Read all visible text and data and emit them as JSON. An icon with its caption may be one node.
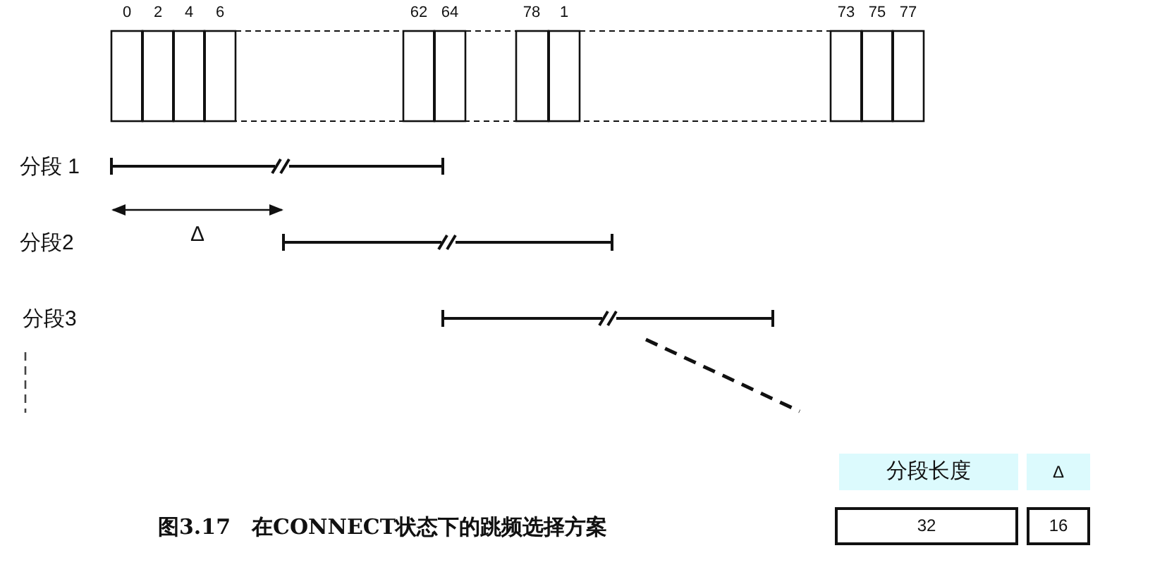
{
  "diagram": {
    "caption": "图3.17　在CONNECT状态下的跳频选择方案",
    "labels": [
      "0",
      "2",
      "4",
      "6",
      "62",
      "64",
      "78",
      "1",
      "73",
      "75",
      "77",
      "分段 1",
      "分段2",
      "Δ",
      "分段3",
      "分段长度",
      "Δ",
      "32",
      "16"
    ]
  }
}
